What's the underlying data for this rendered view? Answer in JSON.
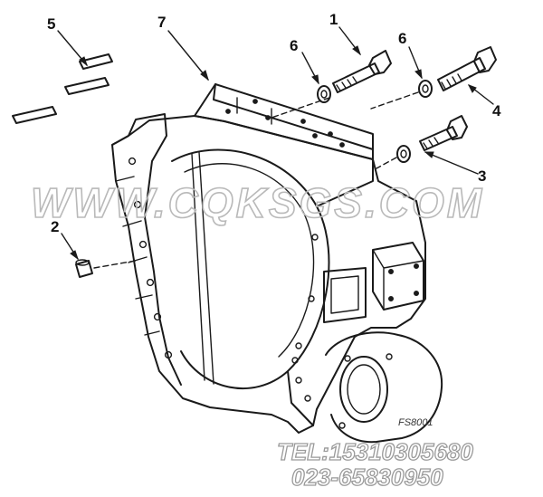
{
  "callouts": {
    "c1": "1",
    "c2": "2",
    "c3": "3",
    "c4": "4",
    "c5": "5",
    "c6a": "6",
    "c6b": "6",
    "c7": "7"
  },
  "figure_code": "FS8001",
  "watermark": {
    "site": "WWW.CQKSGS.COM",
    "tel": "TEL:15310305680",
    "phone": "023-65830950"
  }
}
